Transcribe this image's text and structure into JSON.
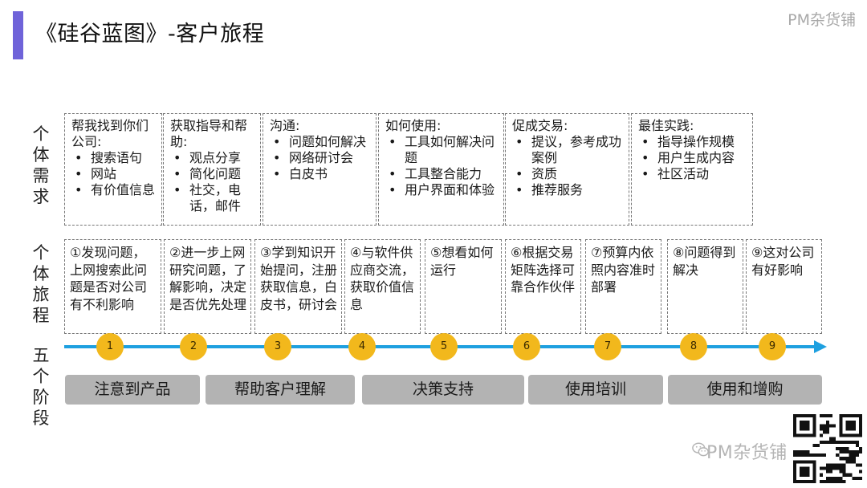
{
  "header": {
    "title": "《硅谷蓝图》-客户旅程",
    "brand": "PM杂货铺"
  },
  "rows": {
    "needs_label": "个体需求",
    "journey_label": "个体旅程",
    "stages_label": "五个阶段"
  },
  "needs": [
    {
      "head": "帮我找到你们公司:",
      "items": [
        "搜索语句",
        "网站",
        "有价值信息"
      ]
    },
    {
      "head": "获取指导和帮助:",
      "items": [
        "观点分享",
        "简化问题",
        "社交，电话，邮件"
      ]
    },
    {
      "head": "沟通:",
      "items": [
        "问题如何解决",
        "网络研讨会",
        "白皮书"
      ]
    },
    {
      "head": "如何使用:",
      "items": [
        "工具如何解决问题",
        "工具整合能力",
        "用户界面和体验"
      ]
    },
    {
      "head": "促成交易:",
      "items": [
        "提议，参考成功案例",
        "资质",
        "推荐服务"
      ]
    },
    {
      "head": "最佳实践:",
      "items": [
        "指导操作规模",
        "用户生成内容",
        "社区活动"
      ]
    }
  ],
  "journey": [
    "①发现问题，上网搜索此问题是否对公司有不利影响",
    "②进一步上网研究问题，了解影响，决定是否优先处理",
    "③学到知识开始提问，注册获取信息，白皮书，研讨会",
    "④与软件供应商交流，获取价值信息",
    "⑤想看如何运行",
    "⑥根据交易矩阵选择可靠合作伙伴",
    "⑦预算内依照内容准时部署",
    "⑧问题得到解决",
    "⑨这对公司有好影响"
  ],
  "nodes": [
    "1",
    "2",
    "3",
    "4",
    "5",
    "6",
    "7",
    "8",
    "9"
  ],
  "stages": [
    "注意到产品",
    "帮助客户理解",
    "决策支持",
    "使用培训",
    "使用和增购"
  ],
  "footer": {
    "watermark": "PM杂货铺",
    "icon": "wechat-icon"
  },
  "colors": {
    "accent": "#6f63d9",
    "timeline": "#1ea0e0",
    "node": "#f2b81c",
    "stage": "#b3b3b3"
  }
}
